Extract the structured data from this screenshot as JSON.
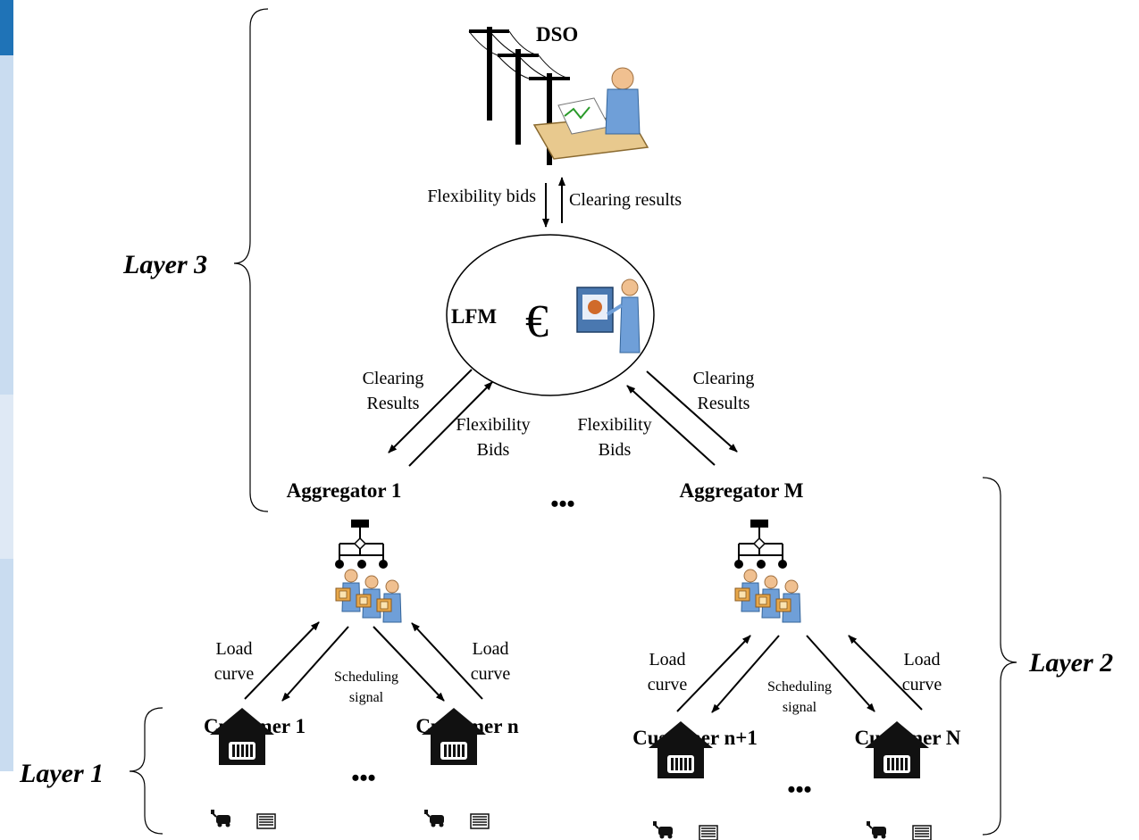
{
  "nodes": {
    "dso": "DSO",
    "lfm": "LFM",
    "aggregator_1": "Aggregator 1",
    "aggregator_m": "Aggregator M",
    "customer_1": "Customer 1",
    "customer_n": "Customer n",
    "customer_n1": "Customer n+1",
    "customer_N": "Customer N"
  },
  "layers": {
    "layer_1": "Layer 1",
    "layer_2": "Layer 2",
    "layer_3": "Layer 3"
  },
  "edges": {
    "dso_down": "Flexibility bids",
    "dso_up": "Clearing results",
    "clearing_l1": "Clearing",
    "clearing_l2": "Results",
    "flex_l1": "Flexibility",
    "flex_l2": "Bids",
    "load_l1": "Load",
    "load_l2": "curve",
    "sched_l1": "Scheduling",
    "sched_l2": "signal"
  },
  "symbols": {
    "euro": "€",
    "ellipsis": "•••"
  }
}
